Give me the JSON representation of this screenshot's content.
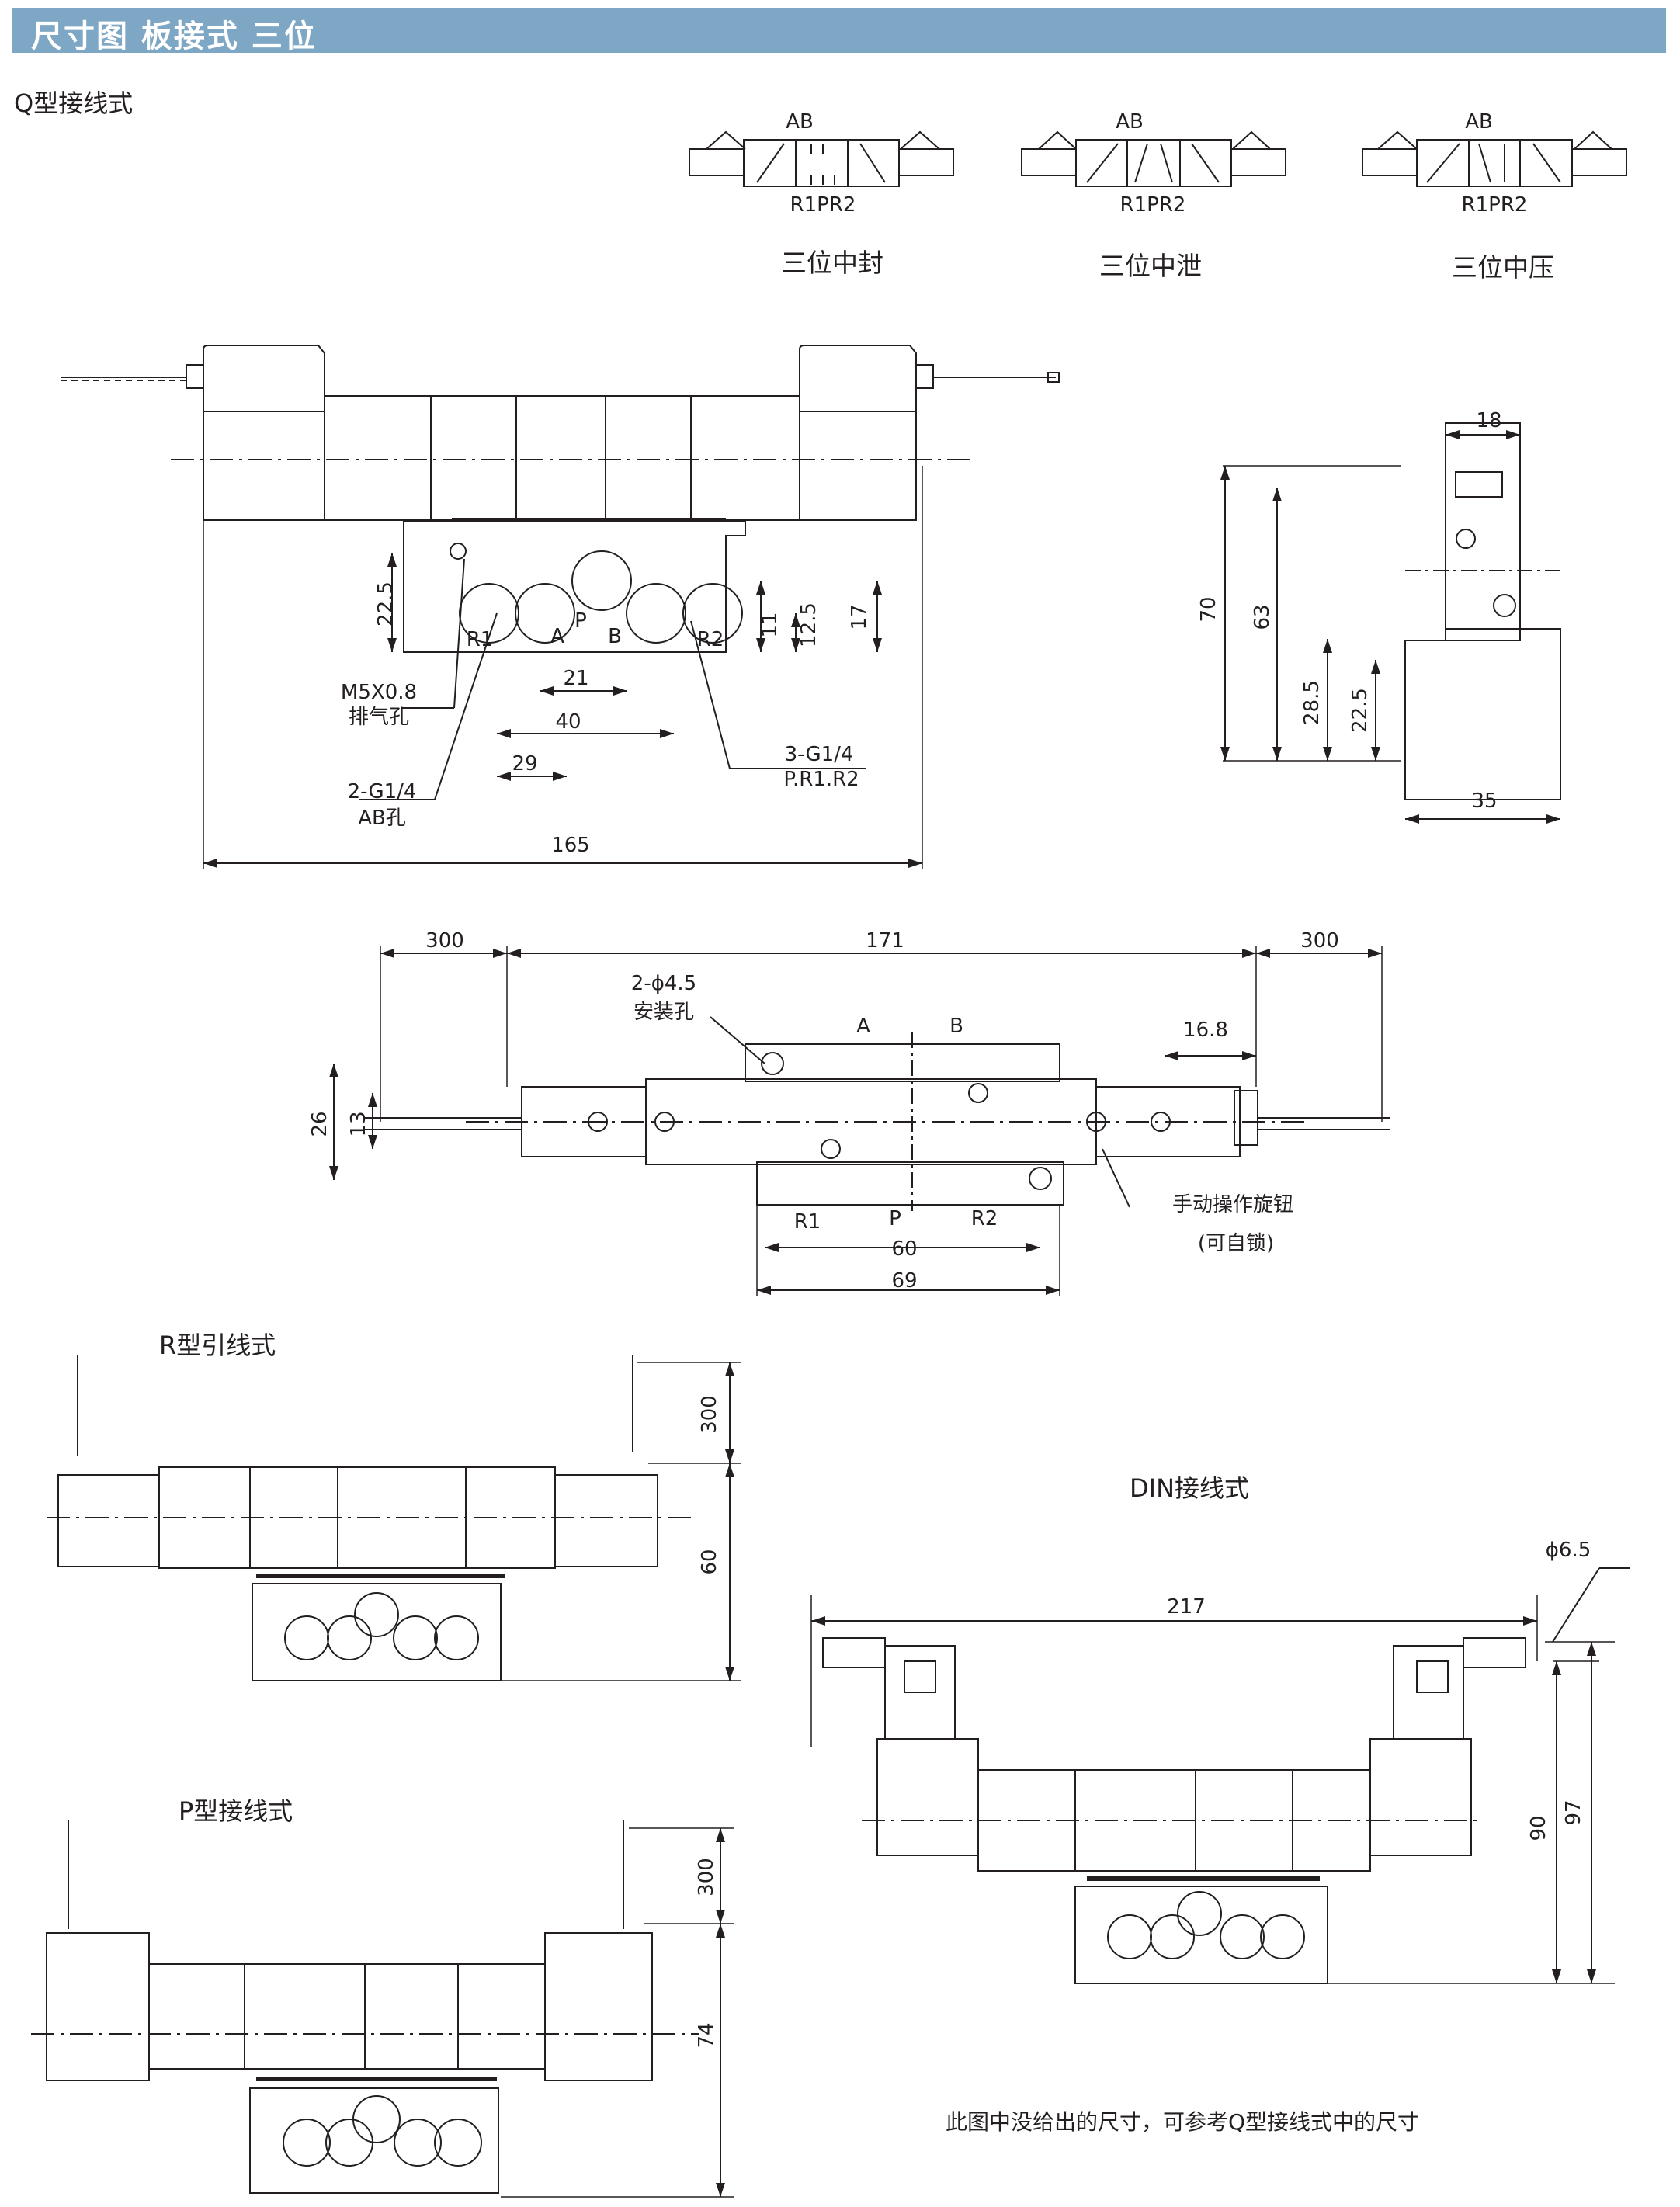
{
  "header": {
    "title": "尺寸图 板接式 三位"
  },
  "sections": {
    "q_type": "Q型接线式",
    "r_type": "R型引线式",
    "p_type": "P型接线式",
    "din_type": "DIN接线式"
  },
  "symbols": [
    {
      "top": "AB",
      "bottom": "R1PR2",
      "caption": "三位中封"
    },
    {
      "top": "AB",
      "bottom": "R1PR2",
      "caption": "三位中泄"
    },
    {
      "top": "AB",
      "bottom": "R1PR2",
      "caption": "三位中压"
    }
  ],
  "front_view": {
    "port_labels": [
      "R1",
      "A",
      "P",
      "B",
      "R2"
    ],
    "dim_22_5": "22.5",
    "dim_11": "11",
    "dim_12_5": "12.5",
    "dim_17": "17",
    "dim_21": "21",
    "dim_40": "40",
    "dim_29": "29",
    "dim_165": "165",
    "callout_m5": "M5X0.8",
    "callout_m5_sub": "排气孔",
    "callout_2g": "2-G1/4",
    "callout_2g_sub": "AB孔",
    "callout_3g": "3-G1/4",
    "callout_3g_sub": "P.R1.R2"
  },
  "side_view": {
    "dim_18": "18",
    "dim_70": "70",
    "dim_63": "63",
    "dim_28_5": "28.5",
    "dim_22_5": "22.5",
    "dim_35": "35"
  },
  "top_view": {
    "dim_300_left": "300",
    "dim_171": "171",
    "dim_300_right": "300",
    "callout_mount": "2-ϕ4.5",
    "callout_mount_sub": "安装孔",
    "label_a": "A",
    "label_b": "B",
    "dim_16_8": "16.8",
    "dim_26": "26",
    "dim_13": "13",
    "label_r1": "R1",
    "label_p": "P",
    "label_r2": "R2",
    "dim_60": "60",
    "dim_69": "69",
    "callout_knob": "手动操作旋钮",
    "callout_knob_sub": "(可自锁)"
  },
  "r_view": {
    "dim_300": "300",
    "dim_60": "60"
  },
  "p_view": {
    "dim_300": "300",
    "dim_74": "74"
  },
  "din_view": {
    "dim_217": "217",
    "dim_phi": "ϕ6.5",
    "dim_90": "90",
    "dim_97": "97"
  },
  "note": "此图中没给出的尺寸，可参考Q型接线式中的尺寸"
}
